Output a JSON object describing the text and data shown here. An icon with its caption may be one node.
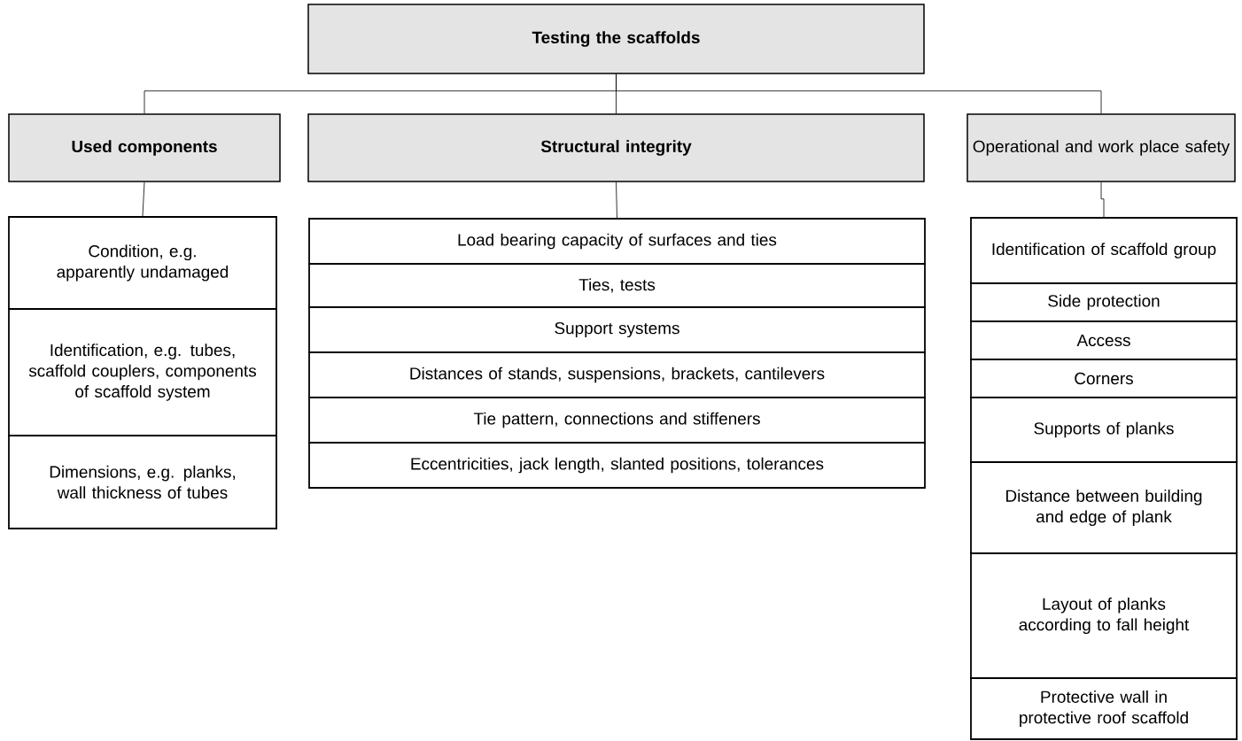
{
  "diagram": {
    "nodes": [
      {
        "text": [
          "Testing the scaffolds"
        ]
      },
      {
        "text": [
          "Used components"
        ]
      },
      {
        "text": [
          "Structural integrity"
        ]
      },
      {
        "text": [
          "Operational and work place safety"
        ]
      },
      {
        "text": [
          "Condition, e.g. apparently undamaged"
        ]
      },
      {
        "text": [
          "Identification, e.g. tubes, scaffold couplers, components of scaffold system"
        ]
      },
      {
        "text": [
          "Dimensions, e.g. planks, wall thickness of tubes"
        ]
      },
      {
        "text": [
          "Load bearing capacity of surfaces and ties"
        ]
      },
      {
        "text": [
          "Ties, tests"
        ]
      },
      {
        "text": [
          "Support systems"
        ]
      },
      {
        "text": [
          "Distances of stands, suspensions, brackets, cantilevers"
        ]
      },
      {
        "text": [
          "Tie pattern, connections and stiffeners"
        ]
      },
      {
        "text": [
          "Eccentricities, jack length, slanted positions, tolerances"
        ]
      },
      {
        "text": [
          "Identification of scaffold group"
        ]
      },
      {
        "text": [
          "Side protection"
        ]
      },
      {
        "text": [
          "Access"
        ]
      },
      {
        "text": [
          "Corners"
        ]
      },
      {
        "text": [
          "Supports of planks"
        ]
      },
      {
        "text": [
          "Distance between building and edge of plank"
        ]
      },
      {
        "text": [
          "Layout of planks according to fall height"
        ]
      },
      {
        "text": [
          "Protective wall in protective roof scaffold"
        ]
      }
    ],
    "edges": [
      {
        "from": 0,
        "to": 1,
        "arrow": "none"
      },
      {
        "from": 0,
        "to": 2,
        "arrow": "none"
      },
      {
        "from": 0,
        "to": 3,
        "arrow": "none"
      },
      {
        "from": 1,
        "to": 4,
        "arrow": "none"
      },
      {
        "from": 2,
        "to": 7,
        "arrow": "none"
      },
      {
        "from": 3,
        "to": 13,
        "arrow": "none"
      }
    ]
  }
}
